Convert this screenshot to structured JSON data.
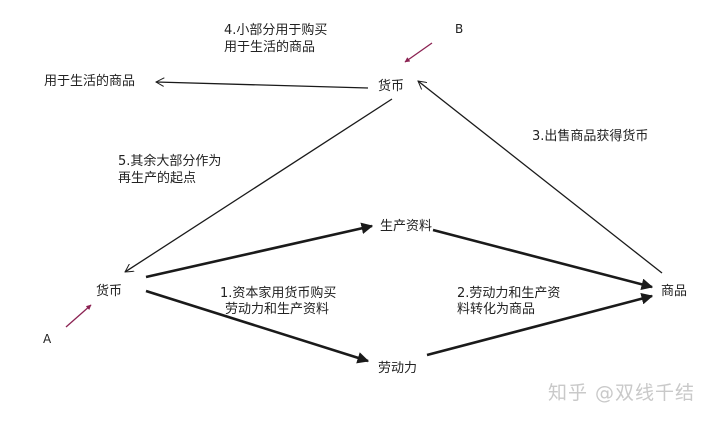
{
  "nodes": {
    "money_a": "货币",
    "money_b": "货币",
    "means_of_production": "生产资料",
    "labor": "劳动力",
    "commodity": "商品",
    "consumer_goods": "用于生活的商品"
  },
  "steps": {
    "step1": [
      "1.资本家用货币购买",
      "劳动力和生产资料"
    ],
    "step2": [
      "2.劳动力和生产资",
      "料转化为商品"
    ],
    "step3": "3.出售商品获得货币",
    "step4": [
      "4.小部分用于购买",
      "用于生活的商品"
    ],
    "step5": [
      "5.其余大部分作为",
      "再生产的起点"
    ]
  },
  "points": {
    "a": "A",
    "b": "B"
  },
  "watermark": "知乎 @双线千结",
  "colors": {
    "arrow": "#1a1a1a",
    "pointer": "#8b2252",
    "text": "#222222",
    "watermark": "#c9c9c9"
  }
}
